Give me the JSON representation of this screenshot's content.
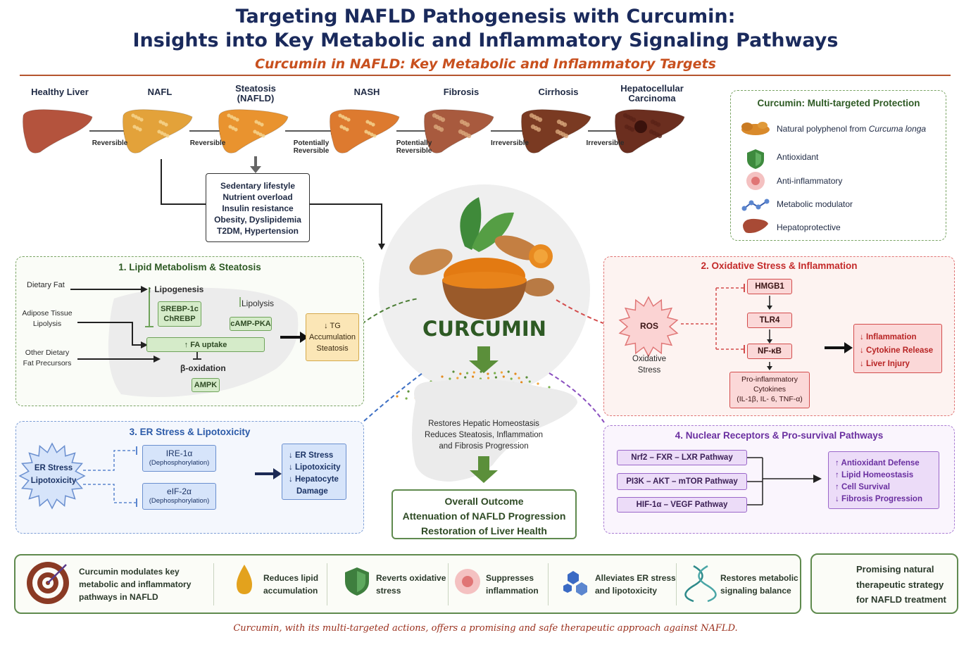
{
  "title": {
    "line1": "Targeting NAFLD Pathogenesis with Curcumin:",
    "line2": "Insights into Key Metabolic and Inflammatory Signaling Pathways",
    "subtitle": "Curcumin in NAFLD: Key Metabolic and Inflammatory Targets"
  },
  "progression": {
    "stages": [
      {
        "label": "Healthy Liver",
        "color": "#b4533d"
      },
      {
        "label": "NAFL",
        "color": "#e3a23a"
      },
      {
        "label": "Steatosis\n(NAFLD)",
        "color": "#e9932f"
      },
      {
        "label": "NASH",
        "color": "#dd7a2f"
      },
      {
        "label": "Fibrosis",
        "color": "#a85a3e"
      },
      {
        "label": "Cirrhosis",
        "color": "#7a3a22"
      },
      {
        "label": "Hepatocellular\nCarcinoma",
        "color": "#6b2e1f"
      }
    ],
    "transitions": [
      "Reversible",
      "Reversible",
      "Potentially\nReversible",
      "Potentially\nReversible",
      "Irreversible",
      "Irreversible"
    ],
    "risk_factors": [
      "Sedentary lifestyle",
      "Nutrient overload",
      "Insulin resistance",
      "Obesity, Dyslipidemia",
      "T2DM, Hypertension"
    ]
  },
  "legend": {
    "title": "Curcumin: Multi-targeted Protection",
    "items": [
      {
        "text_pre": "Natural polyphenol from ",
        "text_em": "Curcuma longa",
        "icon": "turmeric-root-icon"
      },
      {
        "text": "Antioxidant",
        "icon": "shield-icon"
      },
      {
        "text": "Anti-inflammatory",
        "icon": "cell-icon"
      },
      {
        "text": "Metabolic modulator",
        "icon": "molecule-icon"
      },
      {
        "text": "Hepatoprotective",
        "icon": "liver-icon"
      }
    ]
  },
  "center": {
    "name": "CURCUMIN",
    "restores": [
      "Restores Hepatic Homeostasis",
      "Reduces Steatosis, Inflammation",
      "and Fibrosis Progression"
    ],
    "outcome_title": "Overall Outcome",
    "outcome_lines": [
      "Attenuation of NAFLD Progression",
      "Restoration of Liver Health"
    ]
  },
  "panel1": {
    "title": "1. Lipid Metabolism & Steatosis",
    "inputs": [
      "Dietary Fat",
      "Adipose Tissue\nLipolysis",
      "Other Dietary\nFat Precursors"
    ],
    "lipogenesis": "↑ Lipogenesis",
    "srebp": "SREBP-1c\nChREBP",
    "lipolysis": "Lipolysis",
    "camp": "cAMP-PKA",
    "fa_uptake": "↑ FA uptake",
    "beta_ox": "β-oxidation",
    "ampk": "AMPK",
    "result": "↓ TG\nAccumulation\nSteatosis"
  },
  "panel2": {
    "title": "2. Oxidative Stress & Inflammation",
    "ros": "ROS",
    "ros_label": "Oxidative\nStress",
    "hmgb1": "HMGB1",
    "tlr4": "TLR4",
    "nfkb": "NF-κB",
    "cytokines": "Pro-inflammatory\nCytokines\n(IL-1β, IL- 6, TNF-α)",
    "results": [
      "↓ Inflammation",
      "↓ Cytokine Release",
      "↓ Liver Injury"
    ]
  },
  "panel3": {
    "title": "3. ER Stress & Lipotoxicity",
    "burst": "ER Stress\nLipotoxicity",
    "ire": "IRE-1α",
    "ire_sub": "(Dephosphorylation)",
    "eif": "eIF-2α",
    "eif_sub": "(Dephosphorylation)",
    "results": [
      "↓ ER Stress",
      "↓ Lipotoxicity",
      "↓ Hepatocyte",
      "Damage"
    ]
  },
  "panel4": {
    "title": "4. Nuclear Receptors & Pro-survival Pathways",
    "pathways": [
      "Nrf2 – FXR – LXR Pathway",
      "PI3K – AKT – mTOR Pathway",
      "HIF-1α – VEGF Pathway"
    ],
    "results": [
      "↑  Antioxidant Defense",
      "↑  Lipid Homeostasis",
      "↑  Cell Survival",
      "↓  Fibrosis Progression"
    ]
  },
  "bottom": {
    "items": [
      {
        "text": "Curcumin modulates key\nmetabolic and inflammatory\npathways in NAFLD",
        "icon": "target-icon"
      },
      {
        "text": "Reduces lipid\naccumulation",
        "icon": "drop-icon"
      },
      {
        "text": "Reverts oxidative\nstress",
        "icon": "shield-icon"
      },
      {
        "text": "Suppresses\ninflammation",
        "icon": "cell-icon"
      },
      {
        "text": "Alleviates ER stress\nand lipotoxicity",
        "icon": "hexagon-icon"
      },
      {
        "text": "Restores metabolic\nsignaling balance",
        "icon": "dna-icon"
      }
    ],
    "strategy": "Promising natural\ntherapeutic strategy\nfor NAFLD treatment",
    "strategy_icon": "capsule-icon"
  },
  "footer": "Curcumin, with its multi-targeted actions, offers a promising and safe therapeutic approach against NAFLD.",
  "colors": {
    "navy": "#1a2a5c",
    "accent_orange": "#c8501e",
    "green": "#5f8a4e",
    "red": "#d34c4c",
    "blue": "#5b86cf",
    "purple": "#9a67c9"
  }
}
